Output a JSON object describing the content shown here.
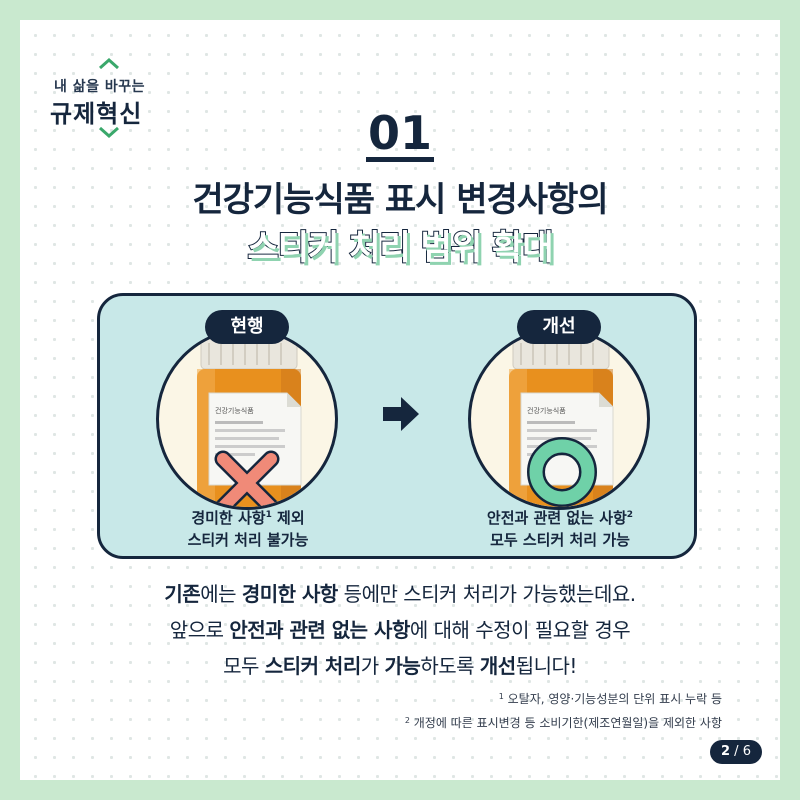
{
  "logo": {
    "line1": "내 삶을 바꾸는",
    "line2": "규제혁신"
  },
  "header": {
    "number": "01",
    "title_line1": "건강기능식품 표시 변경사항의",
    "title_line2": "스티커 처리 범위 확대"
  },
  "comparison": {
    "before": {
      "badge": "현행",
      "label_text": "건강기능식품",
      "caption_line1_pre": "경미한 사항",
      "caption_line1_sup": "1",
      "caption_line1_post": " 제외",
      "caption_line2": "스티커 처리 불가능",
      "mark_icon": "x-mark-icon"
    },
    "arrow_icon": "right-arrow-icon",
    "after": {
      "badge": "개선",
      "label_text": "건강기능식품",
      "caption_line1_pre": "안전과 관련 없는 사항",
      "caption_line1_sup": "2",
      "caption_line2": "모두 스티커 처리 가능",
      "mark_icon": "o-mark-icon"
    }
  },
  "body": {
    "line1": [
      {
        "t": "기존",
        "b": true
      },
      {
        "t": "에는 ",
        "b": false
      },
      {
        "t": "경미한 사항",
        "b": true
      },
      {
        "t": " 등에만 스티커 처리가 가능했는데요.",
        "b": false
      }
    ],
    "line2": [
      {
        "t": "앞으로 ",
        "b": false
      },
      {
        "t": "안전과 관련 없는 사항",
        "b": true
      },
      {
        "t": "에 대해 수정이 필요할 경우",
        "b": false
      }
    ],
    "line3": [
      {
        "t": "모두 ",
        "b": false
      },
      {
        "t": "스티커 처리",
        "b": true
      },
      {
        "t": "가 ",
        "b": false
      },
      {
        "t": "가능",
        "b": true
      },
      {
        "t": "하도록 ",
        "b": false
      },
      {
        "t": "개선",
        "b": true
      },
      {
        "t": "됩니다!",
        "b": false
      }
    ]
  },
  "footnotes": [
    {
      "mark": "1",
      "text": " 오탈자, 영양·기능성분의 단위 표시 누락 등"
    },
    {
      "mark": "2",
      "text": " 개정에 따른 표시변경 등 소비기한(제조연월일)을 제외한 사항"
    }
  ],
  "pagination": {
    "current": "2",
    "separator": " / ",
    "total": "6"
  },
  "colors": {
    "navy": "#15263d",
    "background_green": "#c9e9cf",
    "panel_teal": "#c8e8e8",
    "x_mark": "#f08a78",
    "o_mark": "#6fd1a8",
    "bottle_orange": "#e8901e"
  }
}
